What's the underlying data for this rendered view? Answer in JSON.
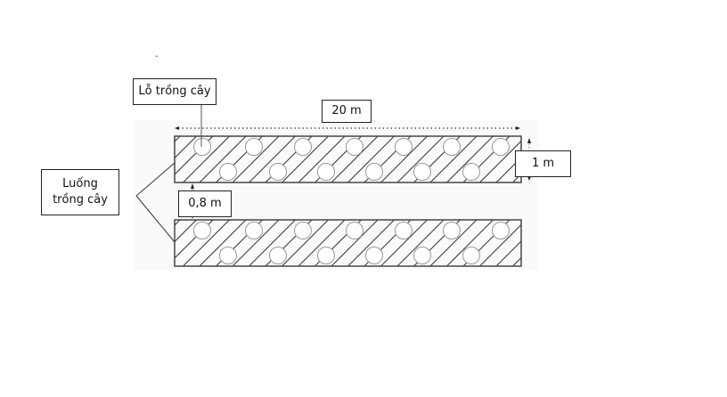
{
  "labels": {
    "hole": "Lỗ trồng cây",
    "length": "20 m",
    "width": "1 m",
    "gap": "0,8 m",
    "bed_line1": "Luống",
    "bed_line2": "trồng cây"
  },
  "beds": [
    {
      "name": "bed-1",
      "top_row_holes": 7,
      "bottom_row_holes": 6
    },
    {
      "name": "bed-2",
      "top_row_holes": 7,
      "bottom_row_holes": 6
    }
  ]
}
